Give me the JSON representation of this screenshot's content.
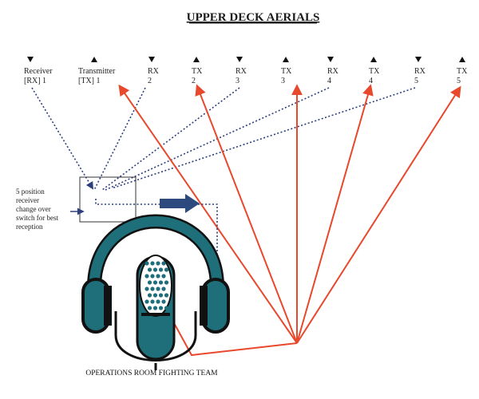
{
  "title": "UPPER DECK AERIALS",
  "colors": {
    "rx_line": "#2c3e7e",
    "tx_line": "#e8482c",
    "headset_fill": "#1f6f7a",
    "outline": "#111111",
    "switch_arrow": "#2c4a7e"
  },
  "aerials": [
    {
      "id": "rx1",
      "type": "receiver",
      "direction": "down",
      "line1": "Receiver",
      "line2": "[RX] 1"
    },
    {
      "id": "tx1",
      "type": "transmitter",
      "direction": "up",
      "line1": "Transmitter",
      "line2": "[TX] 1"
    },
    {
      "id": "rx2",
      "type": "receiver",
      "direction": "down",
      "line1": "RX",
      "line2": "2"
    },
    {
      "id": "tx2",
      "type": "transmitter",
      "direction": "up",
      "line1": "TX",
      "line2": "2"
    },
    {
      "id": "rx3",
      "type": "receiver",
      "direction": "down",
      "line1": "RX",
      "line2": "3"
    },
    {
      "id": "tx3",
      "type": "transmitter",
      "direction": "up",
      "line1": "TX",
      "line2": "3"
    },
    {
      "id": "rx4",
      "type": "receiver",
      "direction": "down",
      "line1": "RX",
      "line2": "4"
    },
    {
      "id": "tx4",
      "type": "transmitter",
      "direction": "up",
      "line1": "TX",
      "line2": "4"
    },
    {
      "id": "rx5",
      "type": "receiver",
      "direction": "down",
      "line1": "RX",
      "line2": "5"
    },
    {
      "id": "tx5",
      "type": "transmitter",
      "direction": "up",
      "line1": "TX",
      "line2": "5"
    }
  ],
  "switch_note": [
    "5 position",
    "receiver",
    "change over",
    "switch for best",
    "reception"
  ],
  "footer": "OPERATIONS ROOM FIGHTING TEAM",
  "icons": {
    "receiver_marker": "down-arrow-icon",
    "transmitter_marker": "up-arrow-icon",
    "headset": "headphones-icon",
    "microphone": "microphone-icon"
  }
}
